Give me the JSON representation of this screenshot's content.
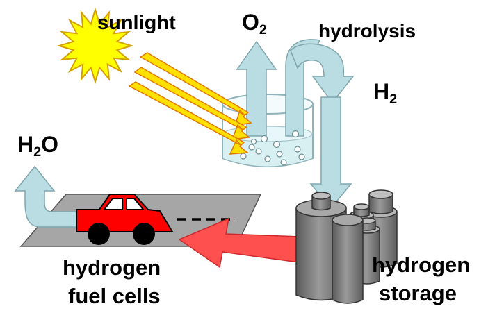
{
  "labels": {
    "sunlight": "sunlight",
    "o2": "O",
    "o2_sub": "2",
    "hydrolysis": "hydrolysis",
    "h2": "H",
    "h2_sub": "2",
    "h2o": "H",
    "h2o_sub": "2",
    "h2o_tail": "O",
    "fuel_cells_line1": "hydrogen",
    "fuel_cells_line2": "fuel cells",
    "storage_line1": "hydrogen",
    "storage_line2": "storage"
  },
  "colors": {
    "sun_fill": "#ffff00",
    "sun_stroke": "#d4a000",
    "ray_fill": "#ffe000",
    "ray_stroke": "#e07800",
    "gas_arrow": "#b9dde3",
    "gas_arrow_stroke": "#7fa6ae",
    "water": "#d9f0f3",
    "road": "#a6a6a6",
    "car": "#ff0000",
    "fuel_arrow": "#ff5050",
    "tank": "#808080"
  }
}
